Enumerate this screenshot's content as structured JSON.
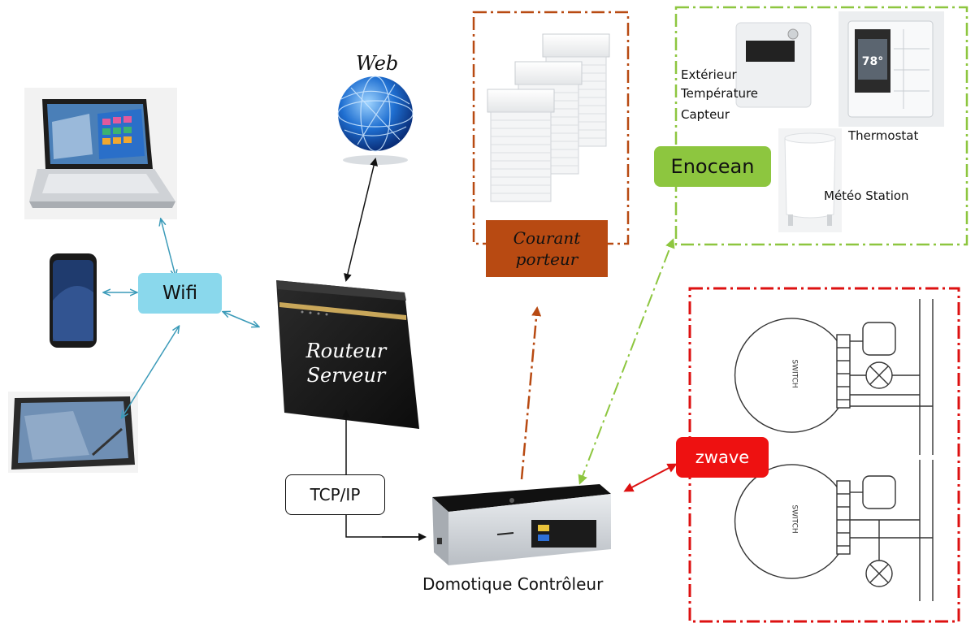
{
  "labels": {
    "web": "Web",
    "wifi": "Wifi",
    "router_line1": "Routeur",
    "router_line2": "Serveur",
    "tcpip": "TCP/IP",
    "controller": "Domotique Contrôleur",
    "courant_line1": "Courant",
    "courant_line2": "porteur",
    "enocean": "Enocean",
    "exterieur": "Extérieur",
    "temperature": "Température",
    "capteur": "Capteur",
    "thermostat": "Thermostat",
    "meteo": "Météo Station",
    "zwave": "zwave",
    "thermostat_display": "78°",
    "switch_label": "SWITCH"
  },
  "colors": {
    "wifi_box": "#8ad8ec",
    "courant_box": "#b84a12",
    "courant_border": "#b84a12",
    "enocean_box": "#8dc63f",
    "enocean_border": "#8dc63f",
    "zwave_box": "#ee1111",
    "zwave_border": "#dd1111",
    "wifi_arrow": "#3a9ab8"
  }
}
